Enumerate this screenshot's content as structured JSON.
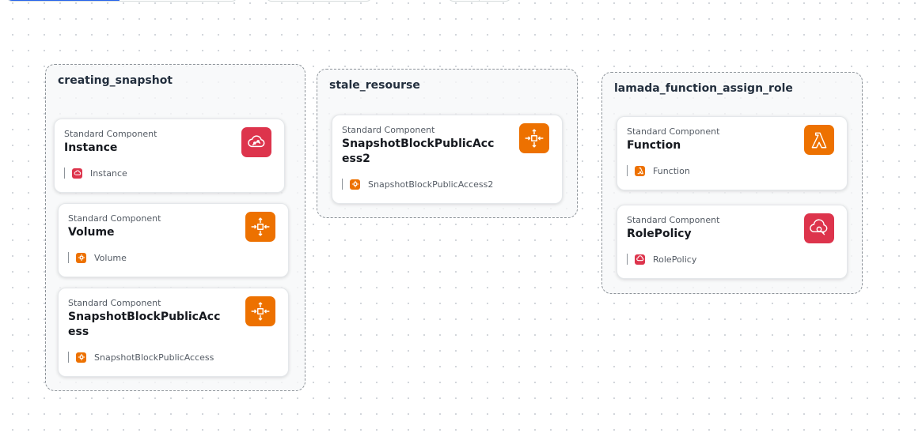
{
  "groups": [
    {
      "title": "creating_snapshot",
      "components": [
        {
          "type": "Standard Component",
          "name": "Instance",
          "ref": "Instance",
          "icon": "ec2-instance-icon",
          "color": "#dd344c"
        },
        {
          "type": "Standard Component",
          "name": "Volume",
          "ref": "Volume",
          "icon": "ebs-volume-icon",
          "color": "#ed7100"
        },
        {
          "type": "Standard Component",
          "name": "SnapshotBlockPublicAccess",
          "ref": "SnapshotBlockPublicAccess",
          "icon": "snapshot-block-public-access-icon",
          "color": "#ed7100"
        }
      ]
    },
    {
      "title": "stale_resourse",
      "components": [
        {
          "type": "Standard Component",
          "name": "SnapshotBlockPublicAccess2",
          "ref": "SnapshotBlockPublicAccess2",
          "icon": "snapshot-block-public-access-icon",
          "color": "#ed7100"
        }
      ]
    },
    {
      "title": "lamada_function_assign_role",
      "components": [
        {
          "type": "Standard Component",
          "name": "Function",
          "ref": "Function",
          "icon": "lambda-icon",
          "color": "#ed7100"
        },
        {
          "type": "Standard Component",
          "name": "RolePolicy",
          "ref": "RolePolicy",
          "icon": "iam-role-policy-icon",
          "color": "#dd344c"
        }
      ]
    }
  ]
}
